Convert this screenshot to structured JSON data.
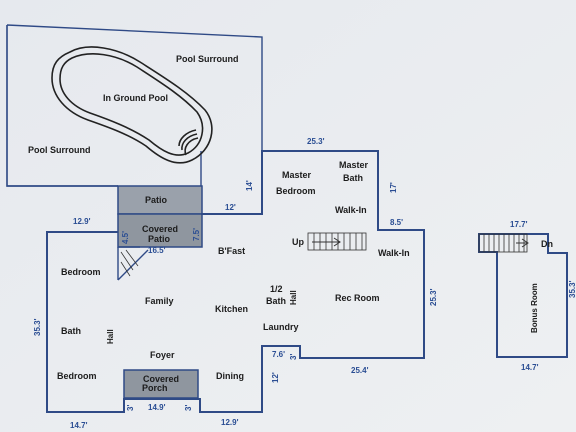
{
  "rooms": {
    "pool_surround_top": "Pool Surround",
    "pool_surround_left": "Pool Surround",
    "in_ground_pool": "In Ground Pool",
    "patio": "Patio",
    "covered_patio_1": "Covered",
    "covered_patio_2": "Patio",
    "master_bedroom_1": "Master",
    "master_bedroom_2": "Bedroom",
    "master_bath_1": "Master",
    "master_bath_2": "Bath",
    "walk_in_top": "Walk-In",
    "walk_in_right": "Walk-In",
    "bfast": "B'Fast",
    "up": "Up",
    "bedroom_top": "Bedroom",
    "family": "Family",
    "kitchen": "Kitchen",
    "half_bath_1": "1/2",
    "half_bath_2": "Bath",
    "hall_center": "Hall",
    "rec_room": "Rec Room",
    "laundry": "Laundry",
    "bath_left": "Bath",
    "hall_left": "Hall",
    "foyer": "Foyer",
    "bedroom_bottom": "Bedroom",
    "covered_porch_1": "Covered",
    "covered_porch_2": "Porch",
    "dining": "Dining",
    "bonus_room": "Bonus Room",
    "dn": "Dn"
  },
  "dims": {
    "d25_3_top": "25.3'",
    "d14": "14'",
    "d12": "12'",
    "d17": "17'",
    "d8_5": "8.5'",
    "d12_9_top": "12.9'",
    "d4_5": "4.5'",
    "d7_5": "7.5'",
    "d16_5": "16.5'",
    "d35_3": "35.3'",
    "d25_3_right": "25.3'",
    "d7_6": "7.6'",
    "d12_side": "12'",
    "d25_4": "25.4'",
    "d14_7_left": "14.7'",
    "d14_9": "14.9'",
    "d12_9_bottom": "12.9'",
    "d17_7": "17.7'",
    "d14_7_right": "14.7'",
    "d35_3_edge": "35.3'",
    "d3_left": "3'",
    "d3_right": "3'",
    "d3_mid": "3'"
  }
}
